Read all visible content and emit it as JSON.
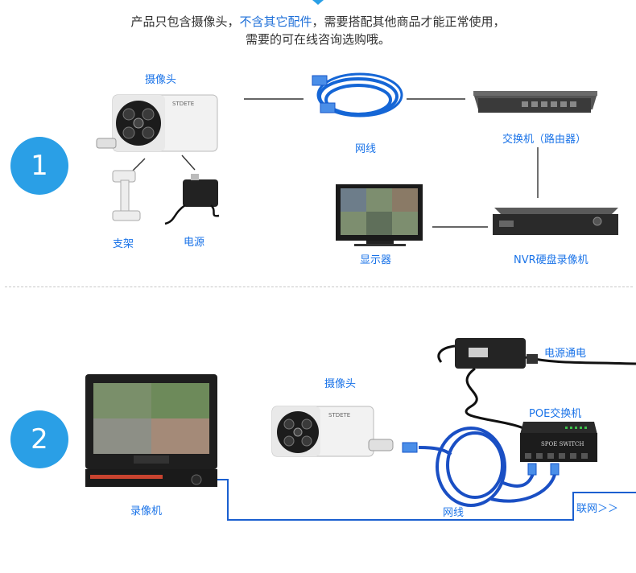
{
  "notice": {
    "part1": "产品只包含摄像头，",
    "highlight": "不含其它配件",
    "part2": "，需要搭配其他商品才能正常使用，",
    "line2": "需要的可在线咨询选购哦。"
  },
  "section1": {
    "badge": "1",
    "camera_label": "摄像头",
    "bracket_label": "支架",
    "power_label": "电源",
    "cable_label": "网线",
    "switch_label": "交换机（路由器）",
    "monitor_label": "显示器",
    "nvr_label": "NVR硬盘录像机",
    "brand_text": "STDETE"
  },
  "section2": {
    "badge": "2",
    "camera_label": "摄像头",
    "adapter_label": "电源通电",
    "poe_label": "POE交换机",
    "recorder_label": "录像机",
    "cable_label": "网线",
    "network_label": "联网＞＞",
    "poe_device_text": "SPOE SWITCH",
    "brand_text": "STDETE"
  },
  "colors": {
    "accent": "#1a73e8",
    "badge": "#2a9fe6",
    "cable": "#1556c9",
    "device_dark": "#2b2b2b"
  }
}
